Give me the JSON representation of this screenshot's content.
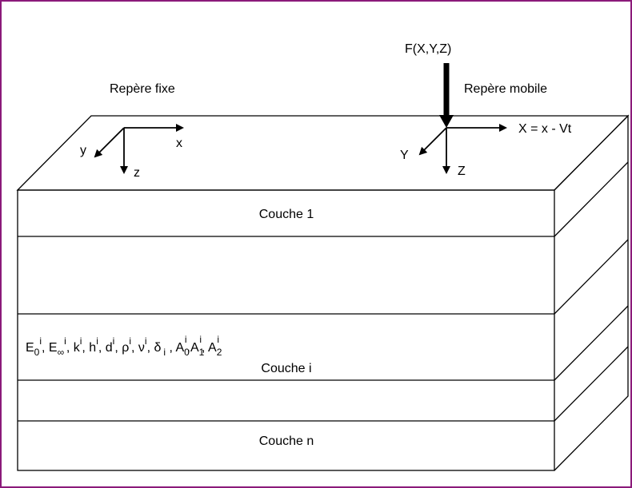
{
  "labels": {
    "fixed_frame": "Repère fixe",
    "mobile_frame": "Repère mobile",
    "force": "F(X,Y,Z)"
  },
  "fixed_axes": {
    "x": "x",
    "y": "y",
    "z": "z"
  },
  "mobile_axes": {
    "X": "X = x - Vt",
    "Y": "Y",
    "Z": "Z"
  },
  "layers": {
    "layer1": "Couche 1",
    "layer_i": "Couche i",
    "layer_n": "Couche n"
  },
  "parameters": {
    "E0": "E",
    "E0_sub": "0",
    "E0_sup": "i",
    "Einf": "E",
    "Einf_sub": "∞",
    "Einf_sup": "i",
    "k": "k",
    "k_sup": "i",
    "h": "h",
    "h_sup": "i",
    "d": "d",
    "d_sup": "i",
    "rho": "ρ",
    "rho_sup": "i",
    "nu": "ν",
    "nu_sup": "i",
    "delta": "δ",
    "delta_sub": "i",
    "A0": "A",
    "A0_sub": "0",
    "A0_sup": "i",
    "A1": "A",
    "A1_sub": "1",
    "A1_sup": "i",
    "A2": "A",
    "A2_sub": "2",
    "A2_sup": "i"
  },
  "colors": {
    "frame_border": "#8b1a7a",
    "line": "#000000",
    "background": "#ffffff"
  }
}
